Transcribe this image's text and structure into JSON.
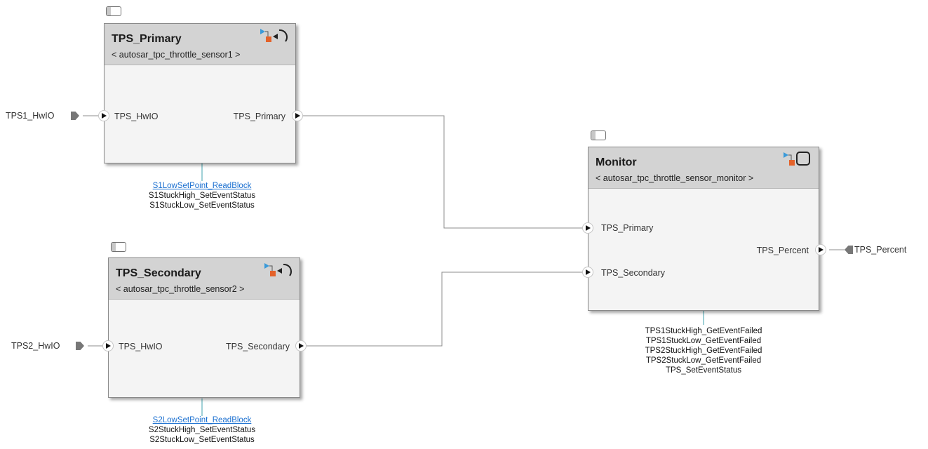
{
  "blocks": {
    "primary": {
      "name": "TPS_Primary",
      "ref": "< autosar_tpc_throttle_sensor1 >",
      "in_port": "TPS_HwIO",
      "out_port": "TPS_Primary",
      "ext_input": "TPS1_HwIO",
      "link_op": "S1LowSetPoint_ReadBlock",
      "ops": [
        "S1StuckHigh_SetEventStatus",
        "S1StuckLow_SetEventStatus"
      ]
    },
    "secondary": {
      "name": "TPS_Secondary",
      "ref": "< autosar_tpc_throttle_sensor2 >",
      "in_port": "TPS_HwIO",
      "out_port": "TPS_Secondary",
      "ext_input": "TPS2_HwIO",
      "link_op": "S2LowSetPoint_ReadBlock",
      "ops": [
        "S2StuckHigh_SetEventStatus",
        "S2StuckLow_SetEventStatus"
      ]
    },
    "monitor": {
      "name": "Monitor",
      "ref": "< autosar_tpc_throttle_sensor_monitor >",
      "in_ports": [
        "TPS_Primary",
        "TPS_Secondary"
      ],
      "out_port": "TPS_Percent",
      "ext_output": "TPS_Percent",
      "ops": [
        "TPS1StuckHigh_GetEventFailed",
        "TPS1StuckLow_GetEventFailed",
        "TPS2StuckHigh_GetEventFailed",
        "TPS2StuckLow_GetEventFailed",
        "TPS_SetEventStatus"
      ]
    }
  },
  "colors": {
    "wire": "#8c8c8c",
    "op_connector": "#7fc0c8",
    "link": "#1a6fd0",
    "header": "#d3d3d3",
    "body": "#f4f4f4",
    "icon_blue": "#3a9ad9",
    "icon_orange": "#e4622a"
  },
  "icons": [
    "variant-badge-icon",
    "schedule-icon",
    "periodic-rate-icon",
    "frame-icon"
  ]
}
